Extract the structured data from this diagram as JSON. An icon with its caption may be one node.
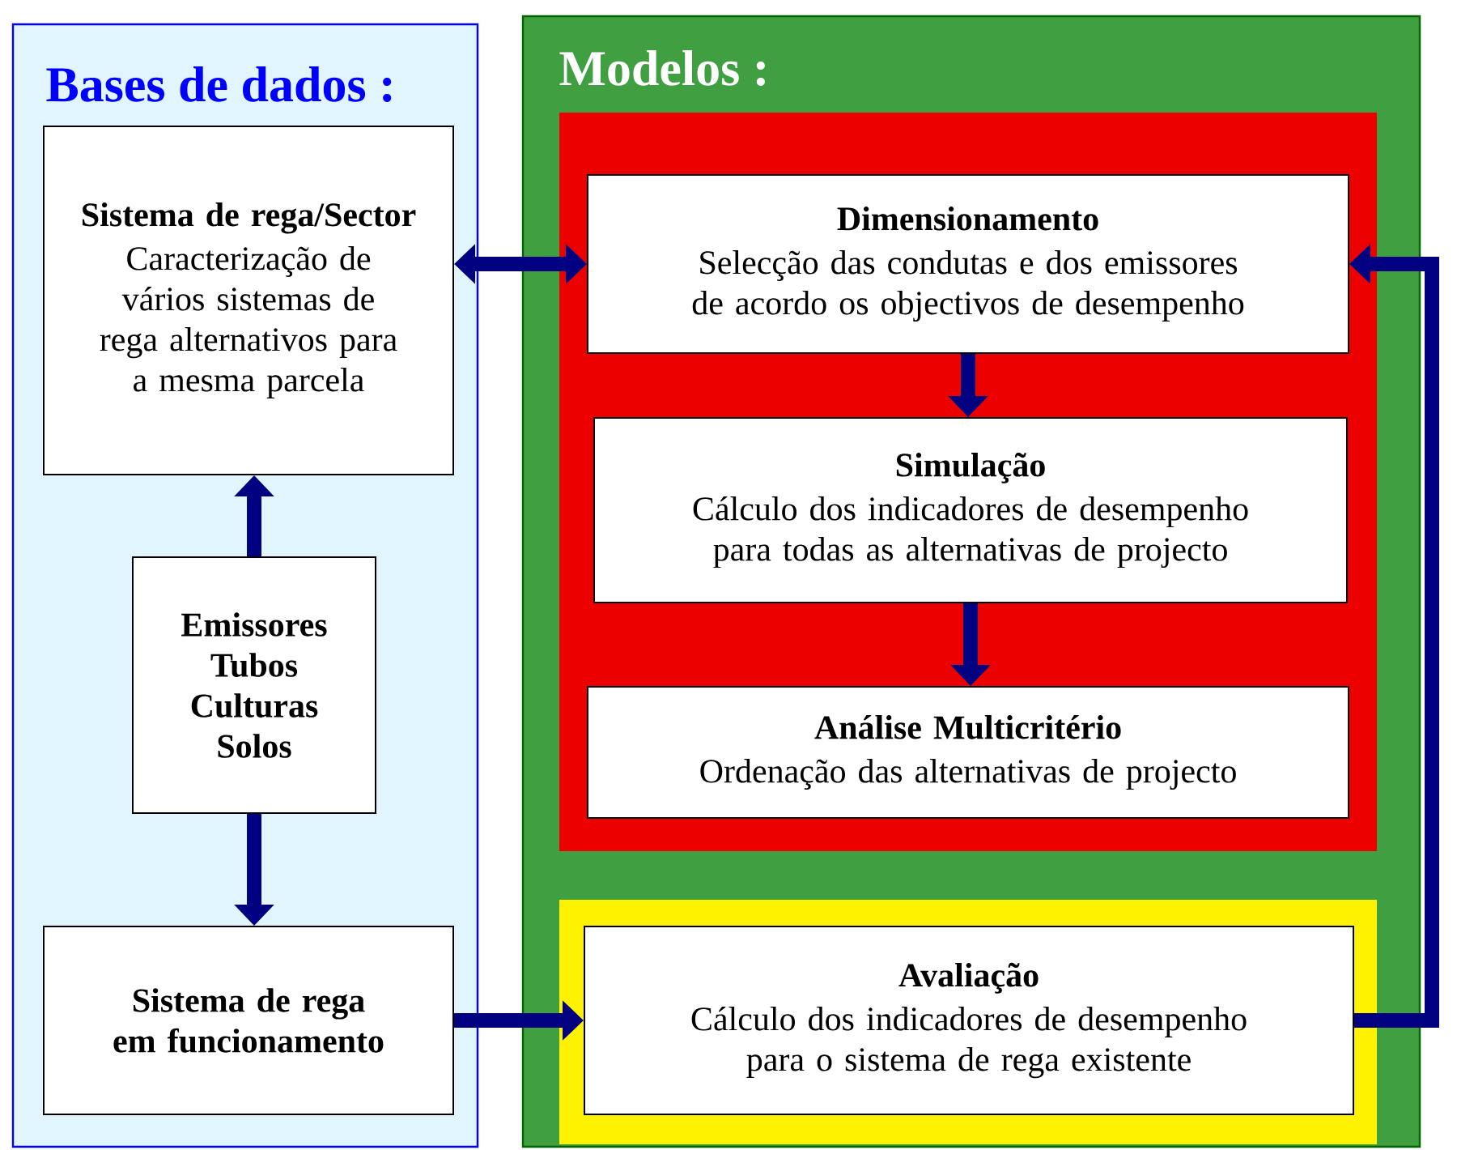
{
  "diagram": {
    "nodes": [
      {
        "text": [
          "Bases de dados :"
        ]
      },
      {
        "text": [
          "Sistema de rega/Sector",
          "Caracterização de vários sistemas de rega alternativos para a mesma parcela"
        ],
        "in": 0
      },
      {
        "text": [
          "Emissores Tubos Culturas Solos"
        ],
        "in": 0
      },
      {
        "text": [
          "Sistema de rega em funcionamento"
        ],
        "in": 0
      },
      {
        "text": [
          "Modelos :"
        ]
      },
      {
        "text": [],
        "shape": "box",
        "in": 4
      },
      {
        "text": [
          "Dimensionamento",
          "Selecção das condutas e dos emissores de acordo os objectivos de desempenho"
        ],
        "in": 5
      },
      {
        "text": [
          "Simulação",
          "Cálculo dos indicadores de desempenho para todas as alternativas de projecto"
        ],
        "in": 5
      },
      {
        "text": [
          "Análise Multicritério",
          "Ordenação das alternativas de projecto"
        ],
        "in": 5
      },
      {
        "text": [],
        "shape": "box",
        "in": 4
      },
      {
        "text": [
          "Avaliação",
          "Cálculo dos indicadores de desempenho para o sistema de rega existente"
        ],
        "in": 9
      }
    ],
    "edges": [
      {
        "from": 1,
        "to": 6,
        "arrow": "both"
      },
      {
        "from": 2,
        "to": 1,
        "arrow": "to"
      },
      {
        "from": 2,
        "to": 3,
        "arrow": "to"
      },
      {
        "from": 3,
        "to": 10,
        "arrow": "to"
      },
      {
        "from": 6,
        "to": 7,
        "arrow": "to"
      },
      {
        "from": 7,
        "to": 8,
        "arrow": "to"
      },
      {
        "from": 10,
        "to": 6,
        "arrow": "to"
      }
    ]
  }
}
